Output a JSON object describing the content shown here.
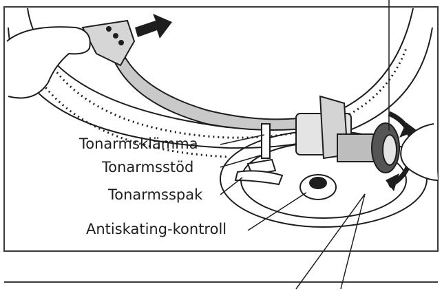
{
  "labels": {
    "arm_clamp": "Tonarmsklämma",
    "arm_rest": "Tonarmsstöd",
    "arm_lever": "Tonarmsspak",
    "anti_skating": "Antiskating-kontroll"
  },
  "colors": {
    "line": "#1e1e1e",
    "tonearm_fill": "#c9c9c9",
    "counterweight_fill": "#555555",
    "frame": "#3a3a3a"
  },
  "icons": [
    "hand",
    "motion-arrow",
    "rotation-arrow"
  ]
}
